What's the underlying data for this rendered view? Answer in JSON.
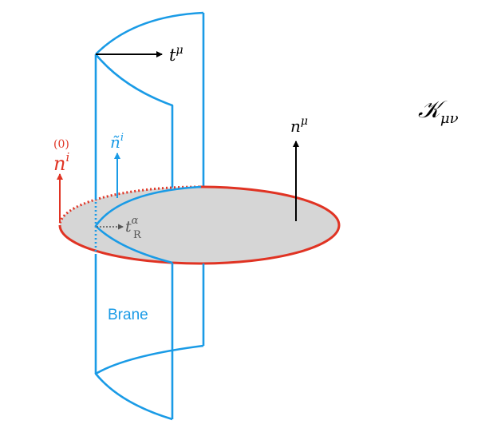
{
  "labels": {
    "t_mu": {
      "base": "t",
      "sup": "μ"
    },
    "K_mu_nu": {
      "base": "𝒦",
      "sub": "μν"
    },
    "n_mu": {
      "base": "n",
      "sup": "μ"
    },
    "n_tilde_i": {
      "base": "ñ",
      "sup": "i"
    },
    "n0_i": {
      "base": "n",
      "sup": "i",
      "over": "(0)"
    },
    "t_R_alpha": {
      "base": "t",
      "sup": "α",
      "sub": "R"
    },
    "brane": "Brane"
  },
  "colors": {
    "brane": "#1a9be6",
    "disk_edge": "#e03323",
    "disk_fill": "#d6d6d6",
    "normal_red": "#e03323",
    "normal_blue": "#1a9be6",
    "arrow_black": "#000000",
    "arrow_gray": "#555555"
  }
}
